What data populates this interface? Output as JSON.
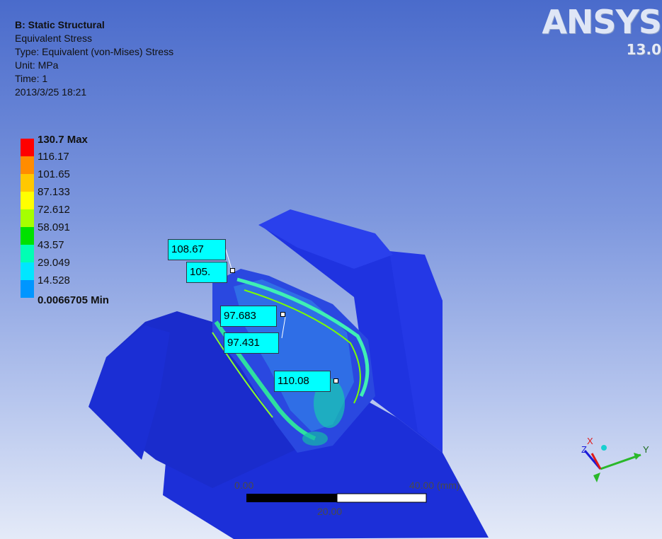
{
  "info": {
    "title": "B: Static Structural",
    "result": "Equivalent Stress",
    "type": "Type: Equivalent (von-Mises) Stress",
    "unit": "Unit: MPa",
    "time": "Time: 1",
    "timestamp": "2013/3/25 18:21"
  },
  "legend": {
    "entries": [
      {
        "label": "130.7 Max",
        "color": "#ff0000",
        "bold": true
      },
      {
        "label": "116.17",
        "color": "#ff8c00",
        "bold": false
      },
      {
        "label": "101.65",
        "color": "#ffc800",
        "bold": false
      },
      {
        "label": "87.133",
        "color": "#ffff00",
        "bold": false
      },
      {
        "label": "72.612",
        "color": "#a6ff00",
        "bold": false
      },
      {
        "label": "58.091",
        "color": "#00e100",
        "bold": false
      },
      {
        "label": "43.57",
        "color": "#00ffb4",
        "bold": false
      },
      {
        "label": "29.049",
        "color": "#00e6ff",
        "bold": false
      },
      {
        "label": "14.528",
        "color": "#0096ff",
        "bold": false
      },
      {
        "label": "0.0066705 Min",
        "color": "#0000ff",
        "bold": true
      }
    ]
  },
  "logo": {
    "brand": "ANSYS",
    "version": "13.0"
  },
  "probes": [
    {
      "label": "108.67"
    },
    {
      "label": "105."
    },
    {
      "label": "97.683"
    },
    {
      "label": "97.431"
    },
    {
      "label": "110.08"
    }
  ],
  "scale_bar": {
    "start": "0.00",
    "end": "40.00 (mm)",
    "mid": "20.00"
  },
  "triad": {
    "x": "X",
    "y": "Y",
    "z": "Z"
  },
  "colors": {
    "background_top": "#4a6bcb",
    "background_bottom": "#e4eaf8",
    "model": "#1a2fd6",
    "probe": "#00ffff"
  }
}
